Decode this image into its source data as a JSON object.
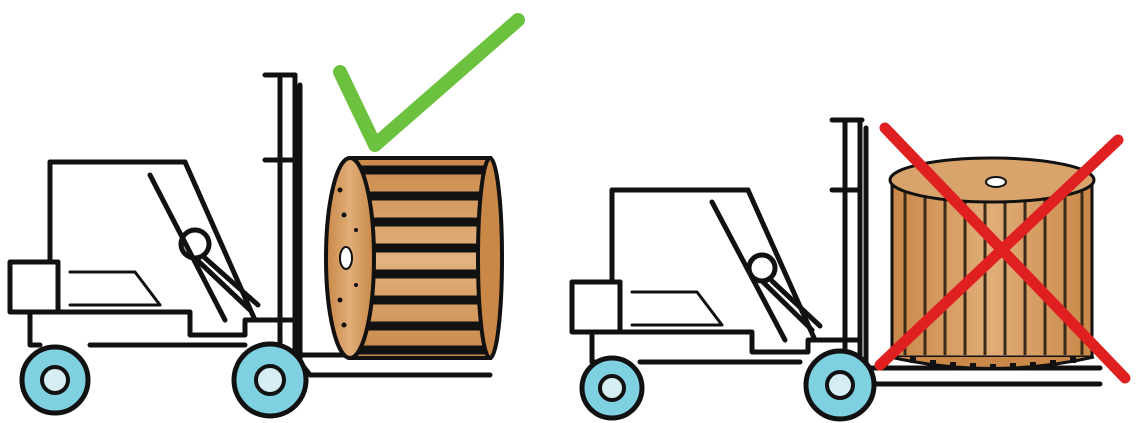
{
  "figure": {
    "panels": [
      {
        "id": "correct",
        "verdict": "allowed",
        "mark": "check-mark-icon"
      },
      {
        "id": "incorrect",
        "verdict": "not-allowed",
        "mark": "cross-mark-icon"
      }
    ],
    "colors": {
      "line": "#111111",
      "wheel": "#7fd0e0",
      "wood": "#d39a62",
      "wood_dark": "#b57640",
      "check": "#6cc23e",
      "cross": "#e02020"
    }
  }
}
